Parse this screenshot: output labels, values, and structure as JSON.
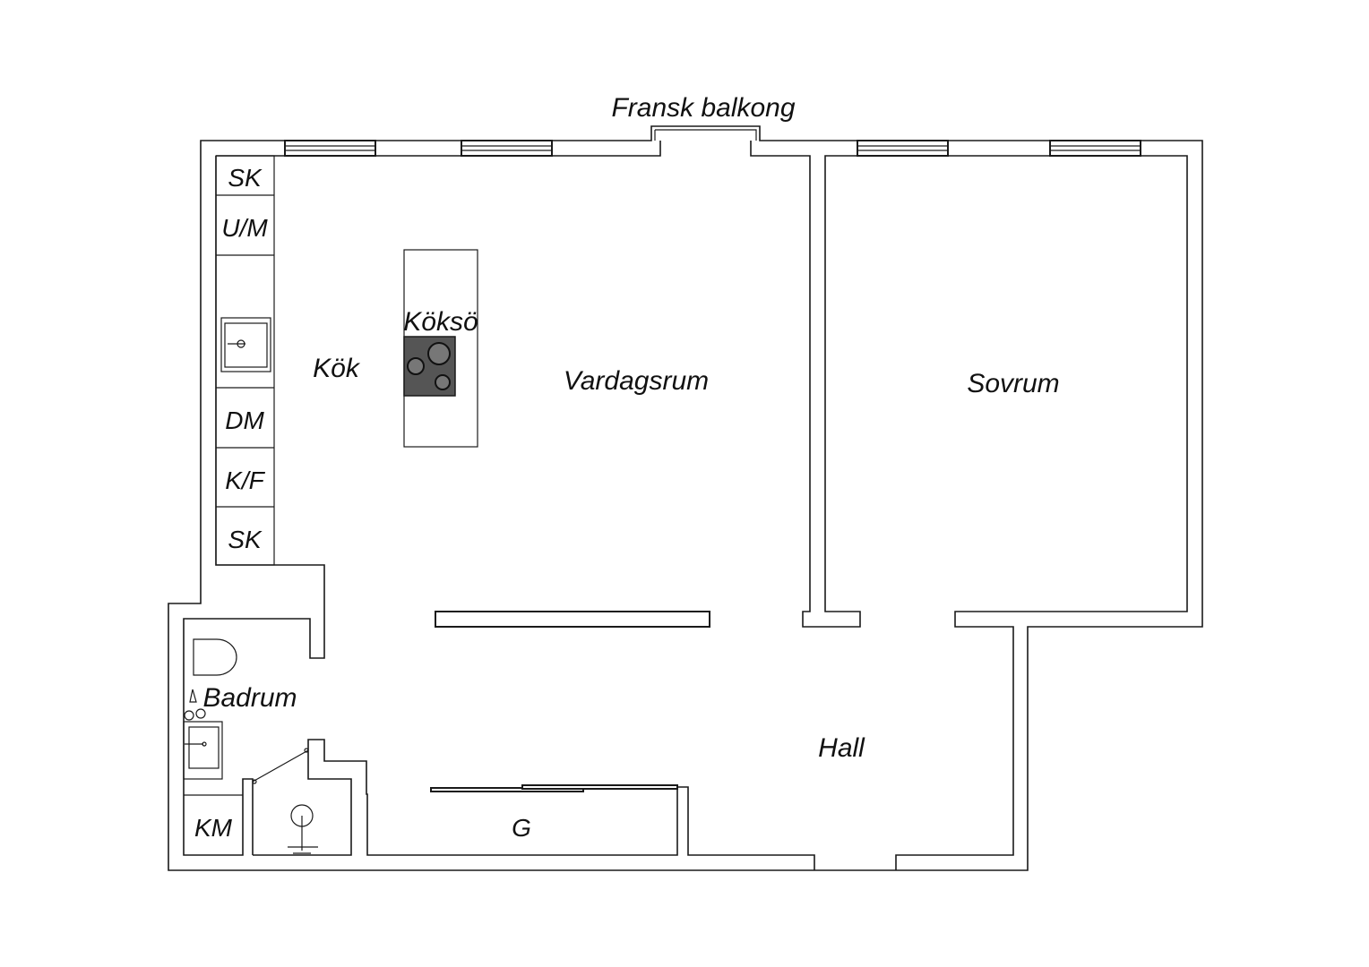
{
  "plan": {
    "balcony_label": "Fransk balkong",
    "rooms": {
      "kitchen": "Kök",
      "kitchen_island": "Köksö",
      "living_room": "Vardagsrum",
      "bedroom": "Sovrum",
      "bathroom": "Badrum",
      "hall": "Hall",
      "laundry": "KM",
      "wardrobe": "G"
    },
    "kitchen_units": {
      "top_cabinet": "SK",
      "micro": "U/M",
      "dishwasher": "DM",
      "fridge": "K/F",
      "bottom_cabinet": "SK"
    },
    "colors": {
      "wall_stroke": "#1a1a1a",
      "background": "#ffffff",
      "hob_fill": "#555555"
    }
  }
}
